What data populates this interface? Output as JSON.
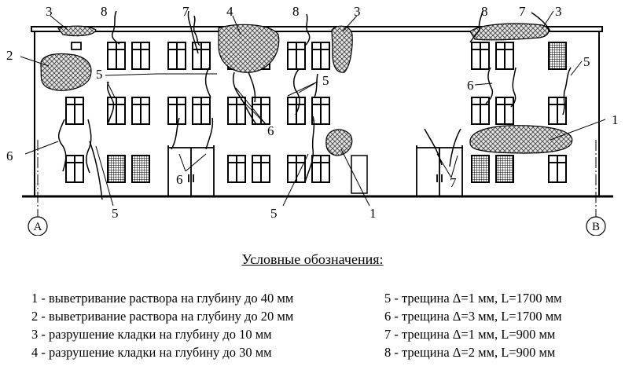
{
  "axes": [
    {
      "label": "А"
    },
    {
      "label": "В"
    }
  ],
  "callouts": [
    "1",
    "2",
    "3",
    "4",
    "5",
    "6",
    "7",
    "8"
  ],
  "legend": {
    "title": "Условные обозначения:",
    "items": [
      {
        "num": "1",
        "text": "1 - выветривание раствора на глубину до 40 мм"
      },
      {
        "num": "2",
        "text": "2 - выветривание раствора на глубину до 20 мм"
      },
      {
        "num": "3",
        "text": "3 - разрушение кладки на глубину до 10 мм"
      },
      {
        "num": "4",
        "text": "4 - разрушение кладки на глубину до 30 мм"
      },
      {
        "num": "5",
        "text": "5 - трещина Δ=1 мм, L=1700 мм"
      },
      {
        "num": "6",
        "text": "6 - трещина Δ=3 мм, L=1700 мм"
      },
      {
        "num": "7",
        "text": "7 - трещина Δ=1 мм, L=900 мм"
      },
      {
        "num": "8",
        "text": "8 - трещина Δ=2 мм, L=900 мм"
      }
    ]
  },
  "colors": {
    "line": "#000000",
    "hatch": "#555555",
    "zone": "#d8d8d8"
  }
}
